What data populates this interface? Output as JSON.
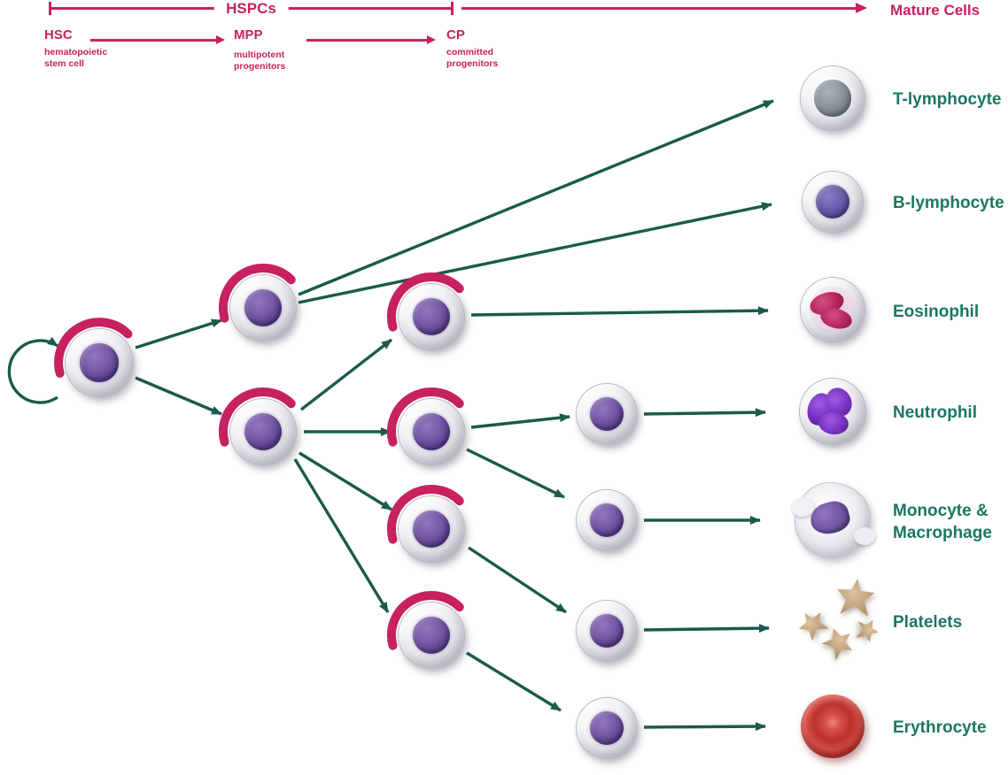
{
  "colors": {
    "crimson": "#C7215F",
    "arrow_green": "#1A5B4B",
    "label_green": "#1B7760"
  },
  "header": {
    "hspcs": "HSPCs",
    "mature": "Mature Cells"
  },
  "stages": [
    {
      "abbr": "HSC",
      "line1": "hematopoietic",
      "line2": "stem cell"
    },
    {
      "abbr": "MPP",
      "line1": "multipotent",
      "line2": "progenitors"
    },
    {
      "abbr": "CP",
      "line1": "committed",
      "line2": "progenitors"
    }
  ],
  "mature_cells": [
    {
      "label": "T-lymphocyte"
    },
    {
      "label": "B-lymphocyte"
    },
    {
      "label": "Eosinophil"
    },
    {
      "label": "Neutrophil"
    },
    {
      "label": "Monocyte & Macrophage",
      "line1": "Monocyte &",
      "line2": "Macrophage"
    },
    {
      "label": "Platelets"
    },
    {
      "label": "Erythrocyte"
    }
  ]
}
